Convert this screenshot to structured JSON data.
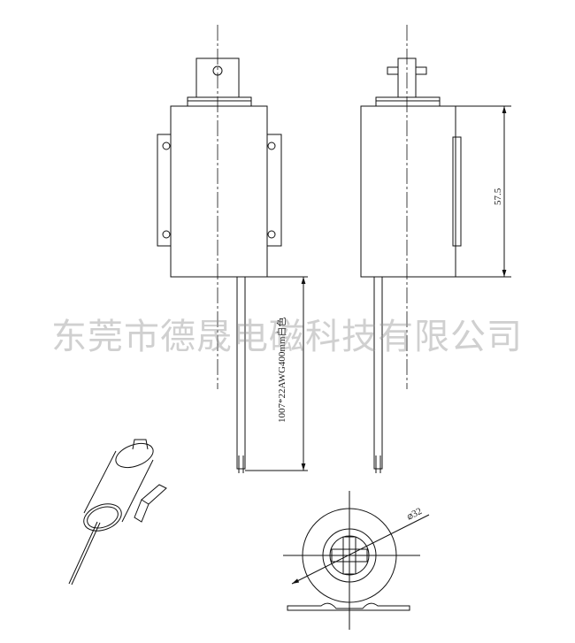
{
  "drawing": {
    "wire_spec": "1007*22AWG400mm白色",
    "height_dim": "57.5",
    "diameter_dim": "⌀32"
  },
  "watermark": "东莞市德晟电磁科技有限公司"
}
